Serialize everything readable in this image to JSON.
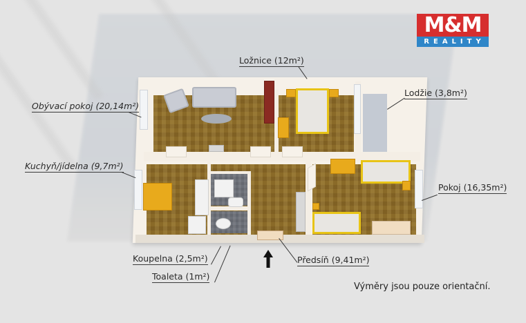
{
  "logo": {
    "top": "M&M",
    "bottom": "REALITY",
    "colors": {
      "red": "#d62e2e",
      "blue": "#2f86c8"
    }
  },
  "rooms": [
    {
      "id": "obyvaci-pokoj",
      "label": "Obývací pokoj (20,14m²)"
    },
    {
      "id": "loznice",
      "label": "Ložnice (12m²)"
    },
    {
      "id": "lodzie",
      "label": "Lodžie (3,8m²)"
    },
    {
      "id": "kuchyn",
      "label": "Kuchyň/jídelna (9,7m²)"
    },
    {
      "id": "pokoj",
      "label": "Pokoj (16,35m²)"
    },
    {
      "id": "koupelna",
      "label": "Koupelna (2,5m²)"
    },
    {
      "id": "toaleta",
      "label": "Toaleta (1m²)"
    },
    {
      "id": "predsin",
      "label": "Předsíň (9,41m²)"
    }
  ],
  "note": "Výměry jsou pouze orientační.",
  "entrance": {
    "icon": "arrow-up-icon"
  },
  "colors": {
    "background": "#e4e4e4",
    "floor_wood": "#8a6a28",
    "wall": "#f4eee5",
    "accent_yellow": "#e8aa1c",
    "wardrobe": "#8a2a22"
  }
}
